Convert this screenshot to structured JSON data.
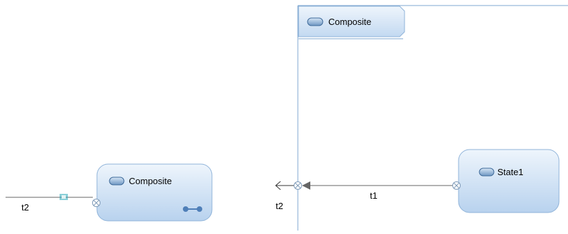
{
  "diagram": {
    "left_state": {
      "label": "Composite",
      "icon": "state-icon",
      "has_submachine_icon": true
    },
    "left_transition": {
      "label": "t2"
    },
    "composite_region": {
      "title": "Composite",
      "icon": "state-icon"
    },
    "inner_state": {
      "label": "State1",
      "icon": "state-icon"
    },
    "inner_transition": {
      "label": "t1"
    },
    "outgoing_transition": {
      "label": "t2"
    }
  },
  "colors": {
    "state_fill_top": "#e7f1fb",
    "state_fill_bottom": "#b9d3ef",
    "state_border": "#8fb3d9",
    "frame_border": "#7fa7d1",
    "line": "#666666",
    "marker_teal": "#2aa7b8"
  }
}
